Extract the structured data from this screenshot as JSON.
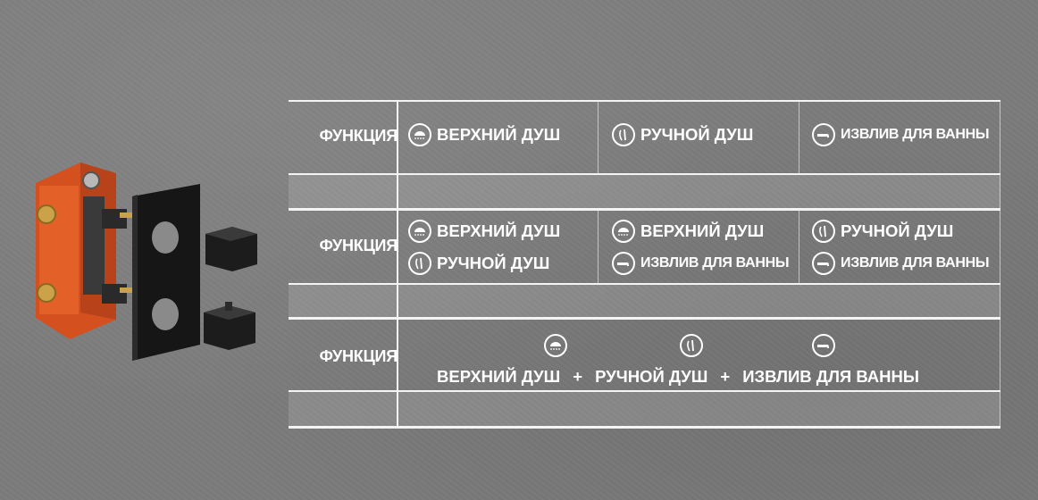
{
  "rows": [
    {
      "label": "ФУНКЦИЯ",
      "options": [
        {
          "lines": [
            {
              "icon": "overhead-shower-icon",
              "text": "ВЕРХНИЙ ДУШ"
            }
          ]
        },
        {
          "lines": [
            {
              "icon": "hand-shower-icon",
              "text": "РУЧНОЙ ДУШ"
            }
          ]
        },
        {
          "lines": [
            {
              "icon": "bath-spout-icon",
              "text": "ИЗВЛИВ ДЛЯ ВАННЫ"
            }
          ]
        }
      ]
    },
    {
      "label": "ФУНКЦИЯ",
      "options": [
        {
          "lines": [
            {
              "icon": "overhead-shower-icon",
              "text": "ВЕРХНИЙ ДУШ"
            },
            {
              "icon": "hand-shower-icon",
              "text": "РУЧНОЙ ДУШ"
            }
          ]
        },
        {
          "lines": [
            {
              "icon": "overhead-shower-icon",
              "text": "ВЕРХНИЙ ДУШ"
            },
            {
              "icon": "bath-spout-icon",
              "text": "ИЗВЛИВ ДЛЯ ВАННЫ"
            }
          ]
        },
        {
          "lines": [
            {
              "icon": "hand-shower-icon",
              "text": "РУЧНОЙ ДУШ"
            },
            {
              "icon": "bath-spout-icon",
              "text": "ИЗВЛИВ ДЛЯ ВАННЫ"
            }
          ]
        }
      ]
    },
    {
      "label": "ФУНКЦИЯ",
      "combo": {
        "items": [
          "ВЕРХНИЙ ДУШ",
          "РУЧНОЙ ДУШ",
          "ИЗВЛИВ ДЛЯ ВАННЫ"
        ],
        "icons": [
          "overhead-shower-icon",
          "hand-shower-icon",
          "bath-spout-icon"
        ],
        "separator": "+"
      }
    }
  ],
  "colors": {
    "background": "#7c7c7c",
    "lines": "#f4f4f4",
    "text": "#ffffff",
    "body": "#e05a25",
    "plate": "#1a1a1a"
  }
}
